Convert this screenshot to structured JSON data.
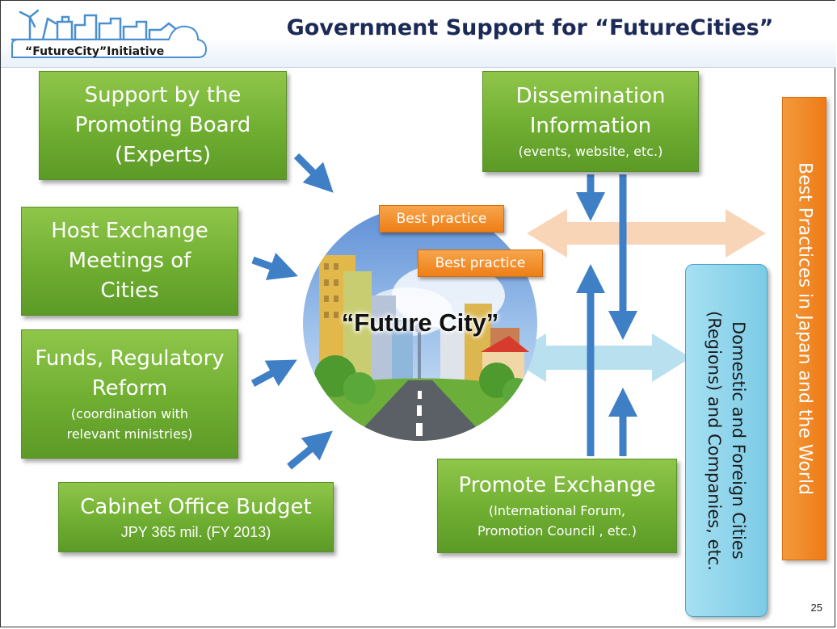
{
  "header": {
    "logo_label": "“FutureCity”Initiative",
    "title": "Government Support for “FutureCities”"
  },
  "inputs": [
    {
      "title": "Support by the\nPromoting Board\n(Experts)",
      "detail": ""
    },
    {
      "title": "Host Exchange\nMeetings of\nCities",
      "detail": ""
    },
    {
      "title": "Funds, Regulatory\nReform",
      "detail": "(coordination with\nrelevant ministries)"
    },
    {
      "title": "Cabinet Office Budget",
      "detail": "JPY 365 mil.  (FY 2013)"
    }
  ],
  "center": {
    "label": "“Future City”"
  },
  "best_practice_tags": [
    "Best practice",
    "Best practice"
  ],
  "dissemination": {
    "title": "Dissemination\nInformation",
    "detail": "(events, website, etc.)"
  },
  "promote": {
    "title": "Promote Exchange",
    "detail": "(International Forum,\nPromotion Council , etc.)"
  },
  "targets": {
    "world": "Best Practices in Japan and the World",
    "domestic": "Domestic and Foreign Cities\n(Regions) and Companies, etc."
  },
  "page_number": "25",
  "colors": {
    "box_green": "#6fae31",
    "arrow_blue": "#3f7fc6",
    "tag_orange": "#ee7f16",
    "peach_arrow": "#f9d3b4",
    "light_blue_arrow": "#b4deee",
    "title_navy": "#1b2a57"
  },
  "icons": [
    "skyline-logo-icon"
  ]
}
